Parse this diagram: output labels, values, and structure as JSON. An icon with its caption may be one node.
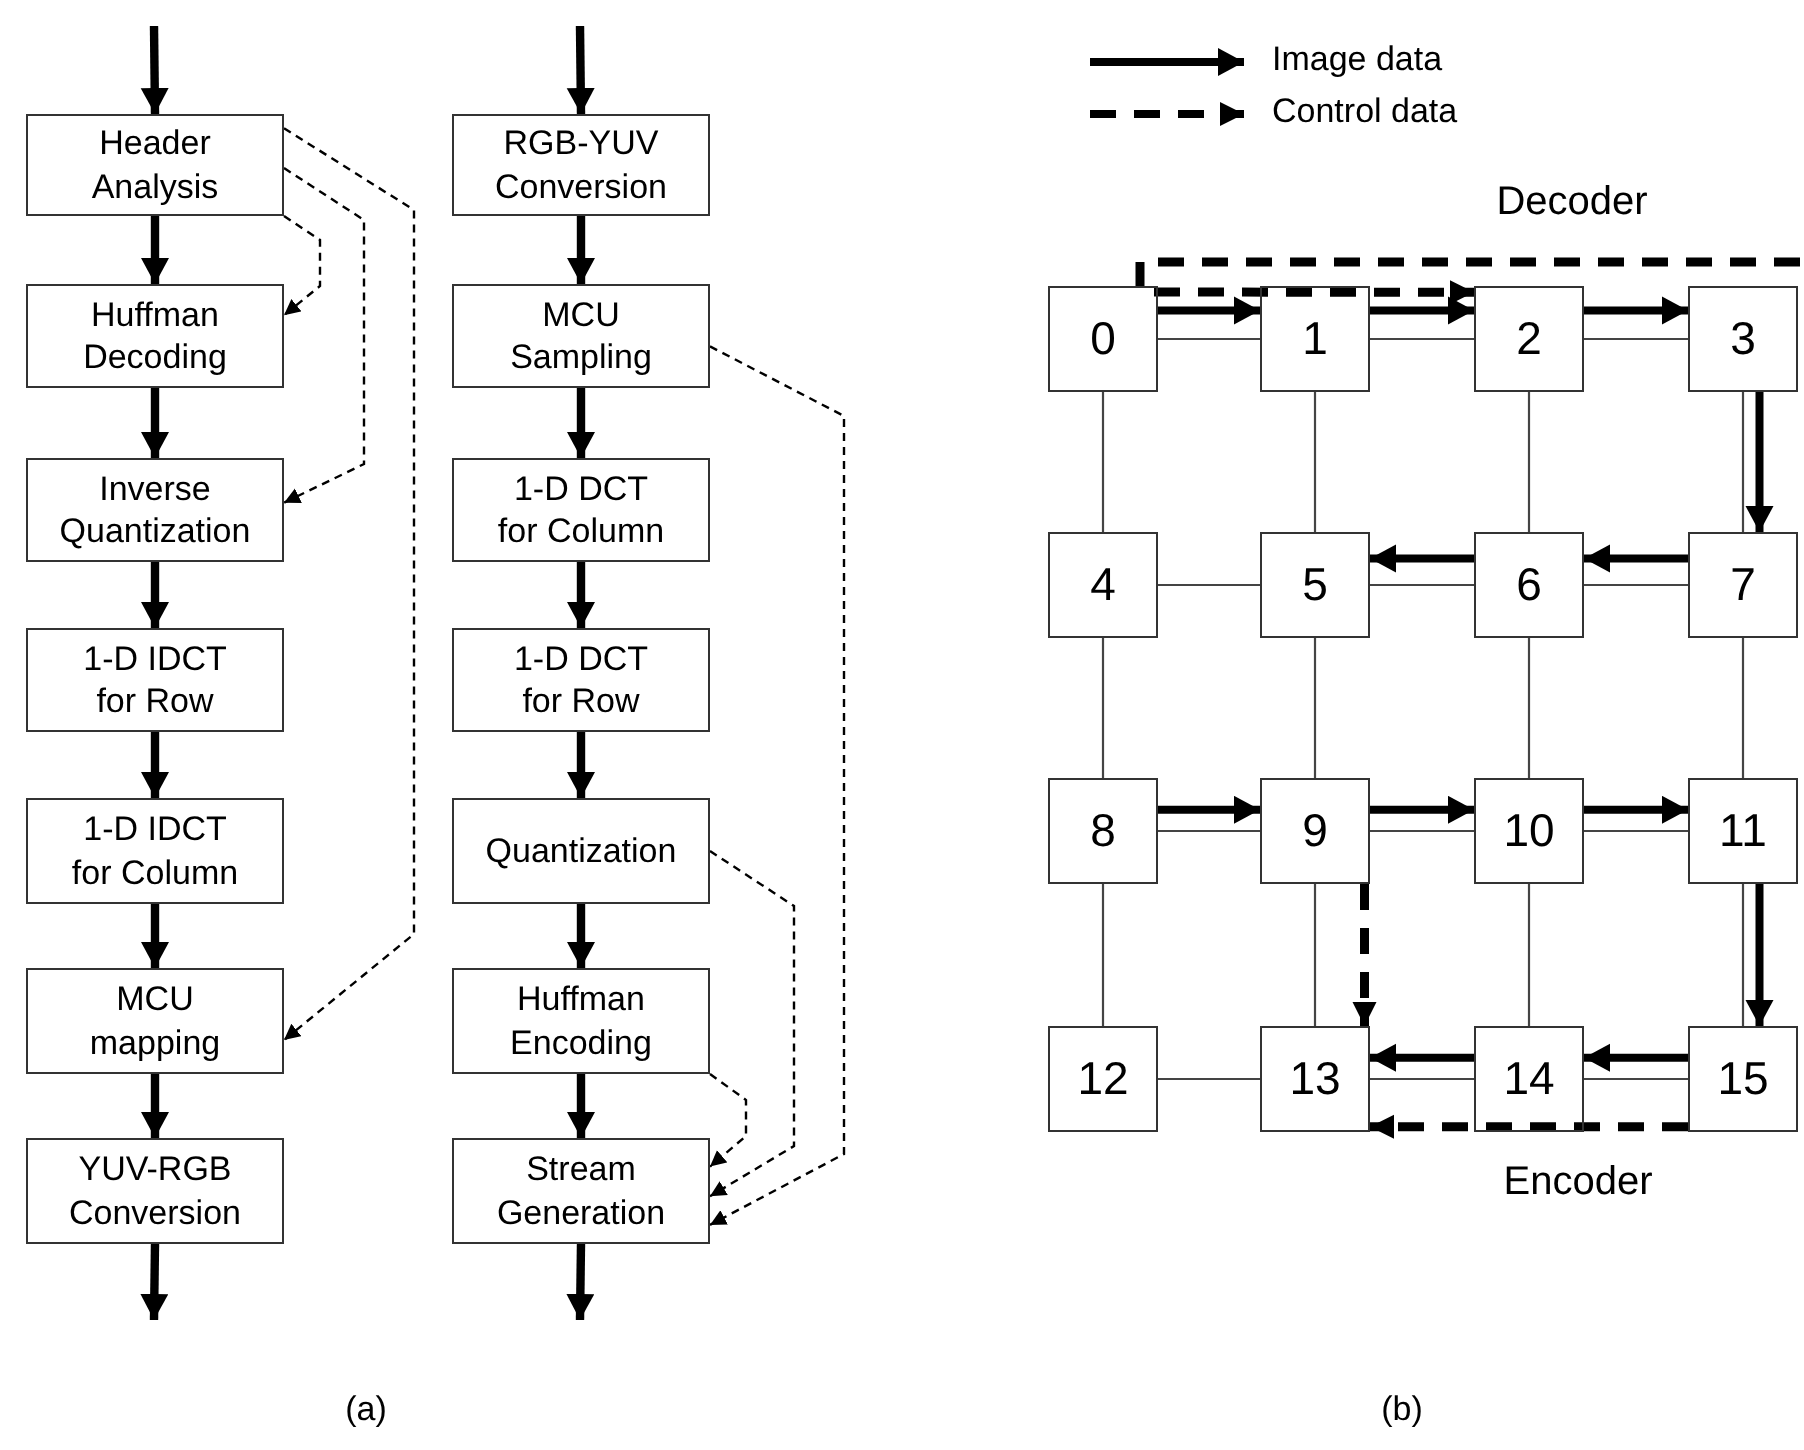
{
  "diagram": {
    "nodes": [
      {
        "text": [
          "Header Analysis"
        ]
      },
      {
        "text": [
          "Huffman Decoding"
        ]
      },
      {
        "text": [
          "Inverse Quantization"
        ]
      },
      {
        "text": [
          "1-D IDCT for Row"
        ]
      },
      {
        "text": [
          "1-D IDCT for Column"
        ]
      },
      {
        "text": [
          "MCU mapping"
        ]
      },
      {
        "text": [
          "YUV-RGB Conversion"
        ]
      },
      {
        "text": [
          "RGB-YUV Conversion"
        ]
      },
      {
        "text": [
          "MCU Sampling"
        ]
      },
      {
        "text": [
          "1-D DCT for Column"
        ]
      },
      {
        "text": [
          "1-D DCT for Row"
        ]
      },
      {
        "text": [
          "Quantization"
        ]
      },
      {
        "text": [
          "Huffman Encoding"
        ]
      },
      {
        "text": [
          "Stream Generation"
        ]
      },
      {
        "text": [
          "0"
        ]
      },
      {
        "text": [
          "1"
        ]
      },
      {
        "text": [
          "2"
        ]
      },
      {
        "text": [
          "3"
        ]
      },
      {
        "text": [
          "4"
        ]
      },
      {
        "text": [
          "5"
        ]
      },
      {
        "text": [
          "6"
        ]
      },
      {
        "text": [
          "7"
        ]
      },
      {
        "text": [
          "8"
        ]
      },
      {
        "text": [
          "9"
        ]
      },
      {
        "text": [
          "10"
        ]
      },
      {
        "text": [
          "11"
        ]
      },
      {
        "text": [
          "12"
        ]
      },
      {
        "text": [
          "13"
        ]
      },
      {
        "text": [
          "14"
        ]
      },
      {
        "text": [
          "15"
        ]
      }
    ],
    "edges": [
      {
        "from": null,
        "to": 0,
        "arrow": "to"
      },
      {
        "from": 0,
        "to": 1,
        "arrow": "to"
      },
      {
        "from": 1,
        "to": 2,
        "arrow": "to"
      },
      {
        "from": 2,
        "to": 3,
        "arrow": "to"
      },
      {
        "from": 3,
        "to": 4,
        "arrow": "to"
      },
      {
        "from": 4,
        "to": 5,
        "arrow": "to"
      },
      {
        "from": 5,
        "to": 6,
        "arrow": "to"
      },
      {
        "from": 6,
        "to": null,
        "arrow": "to"
      },
      {
        "from": null,
        "to": 7,
        "arrow": "to"
      },
      {
        "from": 7,
        "to": 8,
        "arrow": "to"
      },
      {
        "from": 8,
        "to": 9,
        "arrow": "to"
      },
      {
        "from": 9,
        "to": 10,
        "arrow": "to"
      },
      {
        "from": 10,
        "to": 11,
        "arrow": "to"
      },
      {
        "from": 11,
        "to": 12,
        "arrow": "to"
      },
      {
        "from": 12,
        "to": 13,
        "arrow": "to"
      },
      {
        "from": 13,
        "to": null,
        "arrow": "to"
      },
      {
        "from": 0,
        "to": 1,
        "arrow": "to",
        "style": "dashed"
      },
      {
        "from": 0,
        "to": 2,
        "arrow": "to",
        "style": "dashed"
      },
      {
        "from": 0,
        "to": 5,
        "arrow": "to",
        "style": "dashed"
      },
      {
        "from": 8,
        "to": 13,
        "arrow": "to",
        "style": "dashed"
      },
      {
        "from": 11,
        "to": 13,
        "arrow": "to",
        "style": "dashed"
      },
      {
        "from": 12,
        "to": 13,
        "arrow": "to",
        "style": "dashed"
      },
      {
        "from": 14,
        "to": 15,
        "arrow": "none"
      },
      {
        "from": 15,
        "to": 16,
        "arrow": "none"
      },
      {
        "from": 16,
        "to": 17,
        "arrow": "none"
      },
      {
        "from": 18,
        "to": 19,
        "arrow": "none"
      },
      {
        "from": 19,
        "to": 20,
        "arrow": "none"
      },
      {
        "from": 20,
        "to": 21,
        "arrow": "none"
      },
      {
        "from": 22,
        "to": 23,
        "arrow": "none"
      },
      {
        "from": 23,
        "to": 24,
        "arrow": "none"
      },
      {
        "from": 24,
        "to": 25,
        "arrow": "none"
      },
      {
        "from": 26,
        "to": 27,
        "arrow": "none"
      },
      {
        "from": 27,
        "to": 28,
        "arrow": "none"
      },
      {
        "from": 28,
        "to": 29,
        "arrow": "none"
      },
      {
        "from": 14,
        "to": 18,
        "arrow": "none"
      },
      {
        "from": 15,
        "to": 19,
        "arrow": "none"
      },
      {
        "from": 16,
        "to": 20,
        "arrow": "none"
      },
      {
        "from": 17,
        "to": 21,
        "arrow": "none"
      },
      {
        "from": 18,
        "to": 22,
        "arrow": "none"
      },
      {
        "from": 19,
        "to": 23,
        "arrow": "none"
      },
      {
        "from": 20,
        "to": 24,
        "arrow": "none"
      },
      {
        "from": 21,
        "to": 25,
        "arrow": "none"
      },
      {
        "from": 22,
        "to": 26,
        "arrow": "none"
      },
      {
        "from": 23,
        "to": 27,
        "arrow": "none"
      },
      {
        "from": 24,
        "to": 28,
        "arrow": "none"
      },
      {
        "from": 25,
        "to": 29,
        "arrow": "none"
      },
      {
        "from": 14,
        "to": 15,
        "arrow": "to"
      },
      {
        "from": 15,
        "to": 16,
        "arrow": "to"
      },
      {
        "from": 16,
        "to": 17,
        "arrow": "to"
      },
      {
        "from": 17,
        "to": 21,
        "arrow": "to"
      },
      {
        "from": 21,
        "to": 20,
        "arrow": "to"
      },
      {
        "from": 20,
        "to": 19,
        "arrow": "to"
      },
      {
        "from": 22,
        "to": 23,
        "arrow": "to"
      },
      {
        "from": 23,
        "to": 24,
        "arrow": "to"
      },
      {
        "from": 24,
        "to": 25,
        "arrow": "to"
      },
      {
        "from": 25,
        "to": 29,
        "arrow": "to"
      },
      {
        "from": 29,
        "to": 28,
        "arrow": "to"
      },
      {
        "from": 28,
        "to": 27,
        "arrow": "to"
      },
      {
        "from": 23,
        "to": 27,
        "arrow": "to",
        "style": "dashed"
      },
      {
        "from": 29,
        "to": 27,
        "arrow": "to",
        "style": "dashed"
      },
      {
        "from": null,
        "to": 16,
        "arrow": "to",
        "style": "dashed"
      }
    ],
    "labels": [
      "Decoder",
      "Encoder",
      "(a)",
      "(b)"
    ],
    "legend": [
      {
        "text": "Image data"
      },
      {
        "text": "Control data"
      }
    ]
  }
}
